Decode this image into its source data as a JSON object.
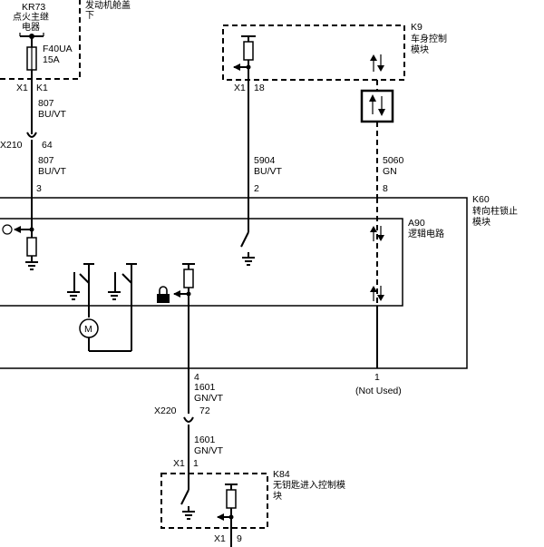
{
  "modules": {
    "kr73": {
      "name": "KR73",
      "desc_l1": "点火主继",
      "desc_l2": "电器"
    },
    "engine_box": {
      "l1": "发动机舱盖",
      "l2": "下"
    },
    "k9": {
      "name": "K9",
      "desc_l1": "车身控制",
      "desc_l2": "模块"
    },
    "k60": {
      "name": "K60",
      "desc_l1": "转向柱锁止",
      "desc_l2": "模块"
    },
    "a90": {
      "name": "A90",
      "desc": "逻辑电路"
    },
    "k84": {
      "name": "K84",
      "desc_l1": "无钥匙进入控制模",
      "desc_l2": "块"
    }
  },
  "fuse": {
    "name": "F40UA",
    "rating": "15A"
  },
  "connectors": {
    "x1_k1": {
      "conn": "X1",
      "pin": "K1"
    },
    "x1_18": {
      "conn": "X1",
      "pin": "18"
    },
    "x210": {
      "conn": "X210",
      "pin": "64"
    },
    "x220": {
      "conn": "X220",
      "pin": "72"
    },
    "x1_1": {
      "conn": "X1",
      "pin": "1"
    },
    "x1_9": {
      "conn": "X1",
      "pin": "9"
    }
  },
  "pins": {
    "p3": "3",
    "p2": "2",
    "p8": "8",
    "p4": "4",
    "p1": "1"
  },
  "wires": {
    "w807a": {
      "circuit": "807",
      "color": "BU/VT"
    },
    "w807b": {
      "circuit": "807",
      "color": "BU/VT"
    },
    "w5904": {
      "circuit": "5904",
      "color": "BU/VT"
    },
    "w5060": {
      "circuit": "5060",
      "color": "GN"
    },
    "w1601a": {
      "circuit": "1601",
      "color": "GN/VT"
    },
    "w1601b": {
      "circuit": "1601",
      "color": "GN/VT"
    }
  },
  "not_used": "(Not Used)",
  "motor_label": "M"
}
